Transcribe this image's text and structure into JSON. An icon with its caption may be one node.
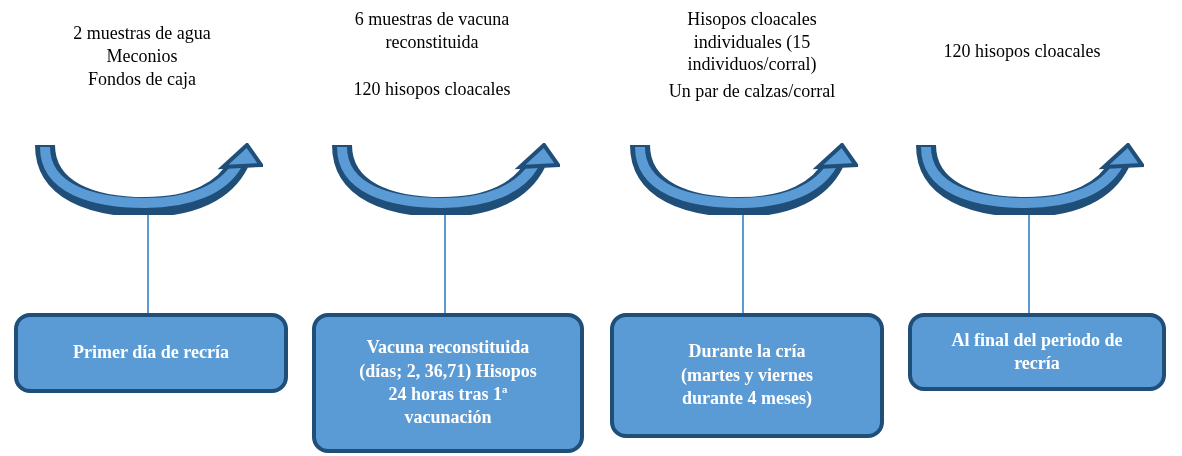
{
  "diagram": {
    "nodes": [
      {
        "text": [],
        "shape": "arrow"
      },
      {
        "text": [],
        "shape": "arrow"
      },
      {
        "text": [],
        "shape": "arrow"
      },
      {
        "text": [],
        "shape": "arrow"
      },
      {
        "text": [
          "Primer día de recría"
        ]
      },
      {
        "text": [
          "Vacuna reconstituida (días; 2, 36,71) Hisopos 24 horas tras 1ª vacunación"
        ]
      },
      {
        "text": [
          "Durante la cría (martes y viernes durante 4 meses)"
        ]
      },
      {
        "text": [
          "Al final del periodo de recría"
        ]
      }
    ],
    "edges": [
      {
        "from": 0,
        "to": 4,
        "arrow": "none"
      },
      {
        "from": 1,
        "to": 5,
        "arrow": "none"
      },
      {
        "from": 2,
        "to": 6,
        "arrow": "none"
      },
      {
        "from": 3,
        "to": 7,
        "arrow": "none"
      }
    ],
    "labels": [
      "2 muestras de agua",
      "Meconios",
      "Fondos de caja",
      "6 muestras de vacuna reconstituida",
      "120 hisopos cloacales",
      "Hisopos cloacales individuales (15 individuos/corral)",
      "Un par de calzas/corral",
      "120 hisopos cloacales"
    ]
  }
}
